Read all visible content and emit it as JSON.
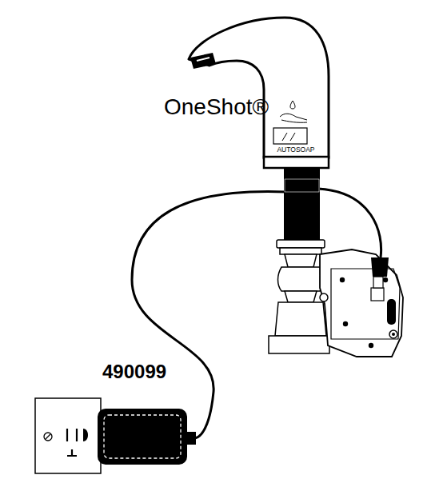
{
  "diagram": {
    "labels": [
      "OneShot®",
      "AUTOSOAP",
      "490099"
    ]
  }
}
